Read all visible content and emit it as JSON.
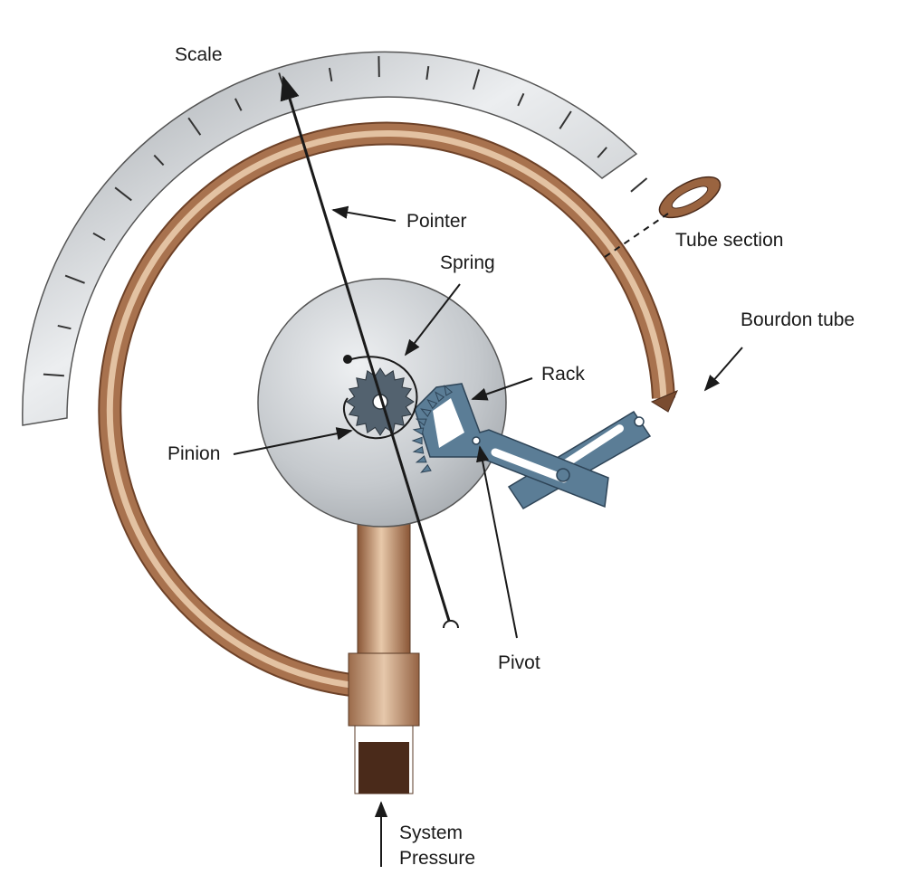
{
  "labels": {
    "scale": "Scale",
    "pointer": "Pointer",
    "spring": "Spring",
    "tube_section": "Tube section",
    "bourdon_tube": "Bourdon tube",
    "rack": "Rack",
    "pinion": "Pinion",
    "pivot": "Pivot",
    "system_pressure_line1": "System",
    "system_pressure_line2": "Pressure"
  },
  "colors": {
    "tube": "#a8724e",
    "tube_highlight": "#e3c2a2",
    "scale_face": "#cfd2d5",
    "dial": "#c9ccd0",
    "linkage": "#5b7d96",
    "gear": "#53626f",
    "fitting_dark": "#4a2a1a"
  }
}
